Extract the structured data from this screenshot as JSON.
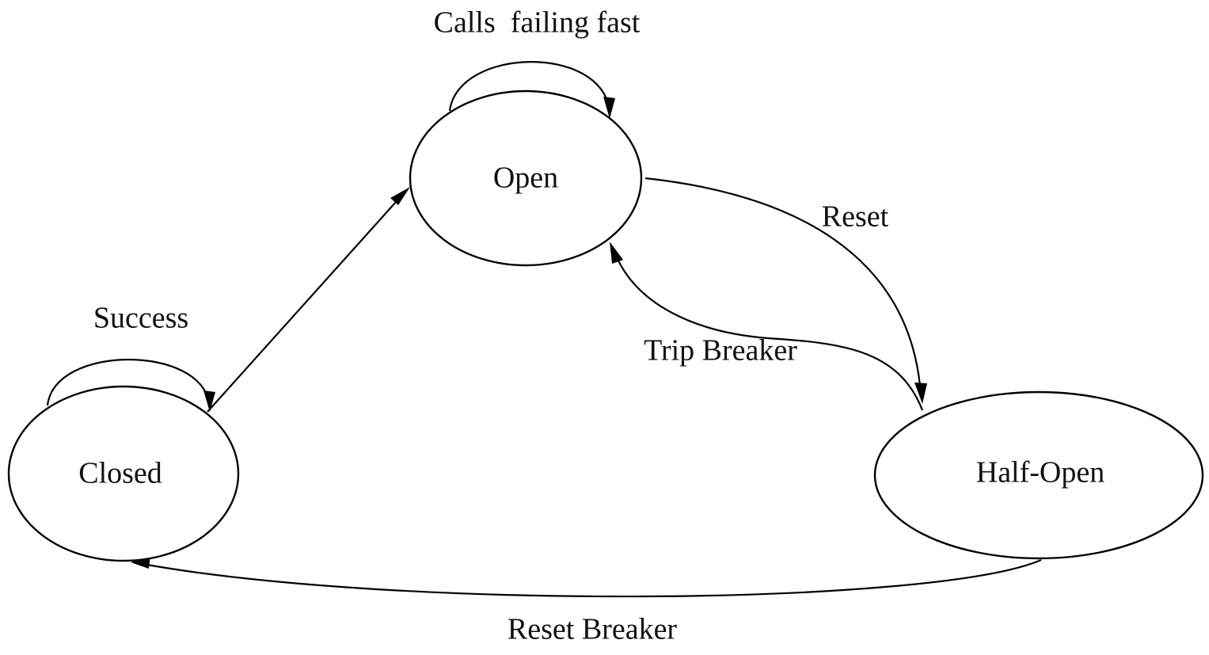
{
  "states": {
    "open": "Open",
    "closed": "Closed",
    "half_open": "Half-Open"
  },
  "transitions": {
    "calls_failing_fast": "Calls  failing fast",
    "success": "Success",
    "reset": "Reset",
    "trip_breaker": "Trip Breaker",
    "reset_breaker": "Reset Breaker"
  },
  "colors": {
    "stroke": "#000000",
    "background": "#ffffff"
  }
}
